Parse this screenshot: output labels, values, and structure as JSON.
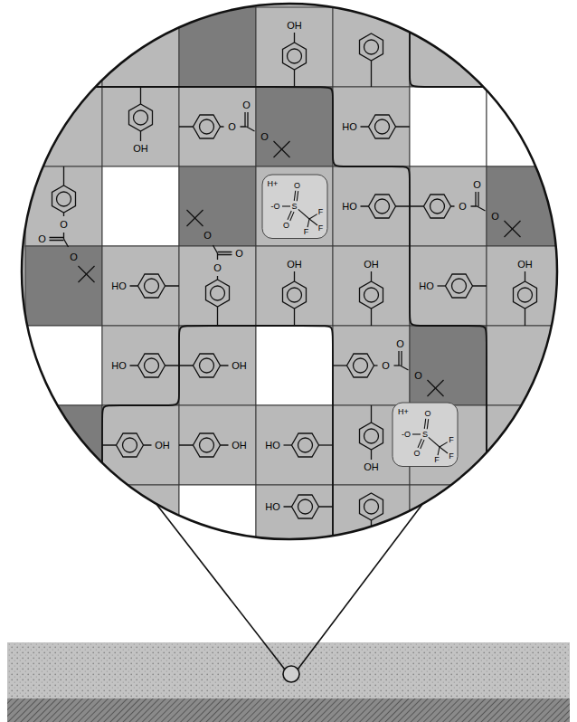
{
  "diagram": {
    "nodes": [
      {
        "text": [
          "H+",
          "-O",
          "O",
          "S",
          "O",
          "F",
          "F",
          "F"
        ]
      },
      {
        "text": [
          "H+",
          "-O",
          "O",
          "S",
          "O",
          "F",
          "F",
          "F"
        ]
      }
    ],
    "labels": [
      "OH",
      "OH",
      "O",
      "O",
      "O",
      "HO",
      "O",
      "O",
      "O",
      "O",
      "O",
      "O",
      "HO",
      "O",
      "O",
      "O",
      "HO",
      "OH",
      "OH",
      "HO",
      "OH",
      "HO",
      "OH",
      "O",
      "O",
      "O",
      "OH",
      "OH",
      "HO",
      "OH",
      "HO"
    ]
  }
}
